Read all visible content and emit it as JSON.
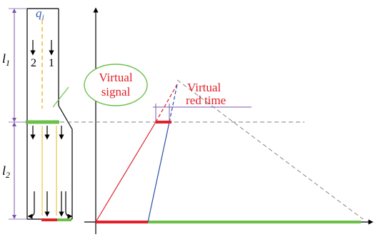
{
  "labels": {
    "flow_symbol": "q",
    "flow_subscript": "i",
    "lane_left": "2",
    "lane_right": "1",
    "l1_symbol": "l",
    "l1_subscript": "1",
    "l2_symbol": "l",
    "l2_subscript": "2",
    "virtual_signal_line1": "Virtual",
    "virtual_signal_line2": "signal",
    "virtual_red_line1": "Virtual",
    "virtual_red_line2": "red time"
  },
  "colors": {
    "road": "#000000",
    "dimension": "#7a5aa8",
    "flow_label": "#3a5fb0",
    "lane_marking": "#f0c040",
    "green_signal": "#6cc04a",
    "red_signal": "#e0202a",
    "red_line": "#e0202a",
    "blue_line": "#2a4ea8",
    "dashed_grey": "#808080",
    "callout_border": "#6cc04a",
    "virtual_red_text": "#e0202a",
    "bracket": "#7a5aa8"
  }
}
